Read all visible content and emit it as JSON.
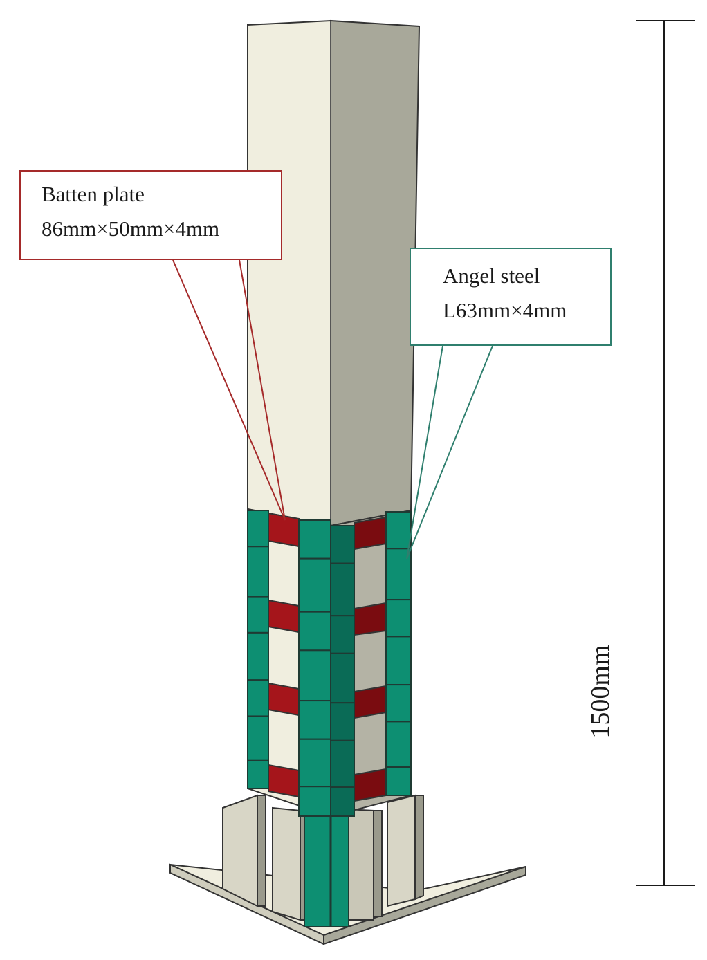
{
  "labels": {
    "batten_plate": {
      "name": "Batten plate",
      "size": "86mm×50mm×4mm"
    },
    "angel_steel": {
      "name": "Angel steel",
      "size": "L63mm×4mm"
    },
    "height": "1500mm"
  },
  "colors": {
    "column_front": "#f0eedf",
    "column_side": "#a8a89a",
    "angle_steel": "#0d8f72",
    "batten_plate": "#a5151b",
    "batten_callout": "#a52a2a",
    "angel_callout": "#2f7f6e"
  }
}
